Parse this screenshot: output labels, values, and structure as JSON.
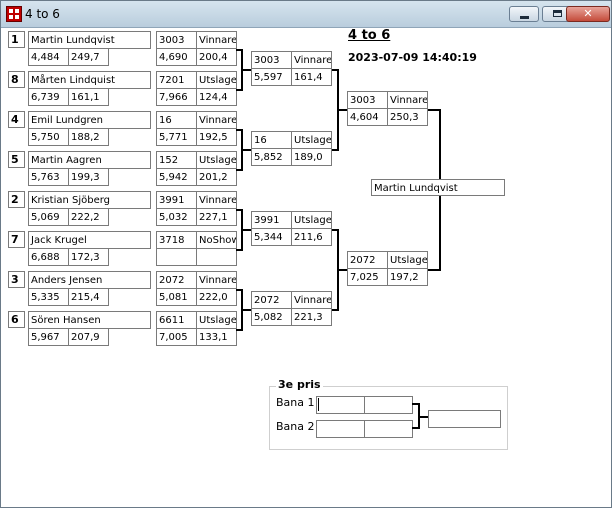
{
  "window": {
    "title": "4 to 6"
  },
  "header": {
    "title": "4 to 6",
    "datetime": "2023-07-09 14:40:19"
  },
  "players": [
    {
      "seed": "1",
      "name": "Martin Lundqvist",
      "a": "4,484",
      "b": "249,7",
      "num": "3003",
      "res": "Vinnare",
      "c": "4,690",
      "d": "200,4"
    },
    {
      "seed": "8",
      "name": "Mårten Lindquist",
      "a": "6,739",
      "b": "161,1",
      "num": "7201",
      "res": "Utslagen",
      "c": "7,966",
      "d": "124,4"
    },
    {
      "seed": "4",
      "name": "Emil Lundgren",
      "a": "5,750",
      "b": "188,2",
      "num": "16",
      "res": "Vinnare",
      "c": "5,771",
      "d": "192,5"
    },
    {
      "seed": "5",
      "name": "Martin Aagren",
      "a": "5,763",
      "b": "199,3",
      "num": "152",
      "res": "Utslagen",
      "c": "5,942",
      "d": "201,2"
    },
    {
      "seed": "2",
      "name": "Kristian Sjöberg",
      "a": "5,069",
      "b": "222,2",
      "num": "3991",
      "res": "Vinnare",
      "c": "5,032",
      "d": "227,1"
    },
    {
      "seed": "7",
      "name": "Jack Krugel",
      "a": "6,688",
      "b": "172,3",
      "num": "3718",
      "res": "NoShow",
      "c": "",
      "d": ""
    },
    {
      "seed": "3",
      "name": "Anders Jensen",
      "a": "5,335",
      "b": "215,4",
      "num": "2072",
      "res": "Vinnare",
      "c": "5,081",
      "d": "222,0"
    },
    {
      "seed": "6",
      "name": "Sören Hansen",
      "a": "5,967",
      "b": "207,9",
      "num": "6611",
      "res": "Utslagen",
      "c": "7,005",
      "d": "133,1"
    }
  ],
  "round2": [
    {
      "num": "3003",
      "res": "Vinnare",
      "c": "5,597",
      "d": "161,4"
    },
    {
      "num": "16",
      "res": "Utslagen",
      "c": "5,852",
      "d": "189,0"
    },
    {
      "num": "3991",
      "res": "Utslagen",
      "c": "5,344",
      "d": "211,6"
    },
    {
      "num": "2072",
      "res": "Vinnare",
      "c": "5,082",
      "d": "221,3"
    }
  ],
  "round3": [
    {
      "num": "3003",
      "res": "Vinnare",
      "c": "4,604",
      "d": "250,3"
    },
    {
      "num": "2072",
      "res": "Utslagen",
      "c": "7,025",
      "d": "197,2"
    }
  ],
  "winner": "Martin Lundqvist",
  "third_place": {
    "title": "3e pris",
    "lane1": "Bana 1",
    "lane2": "Bana 2"
  }
}
